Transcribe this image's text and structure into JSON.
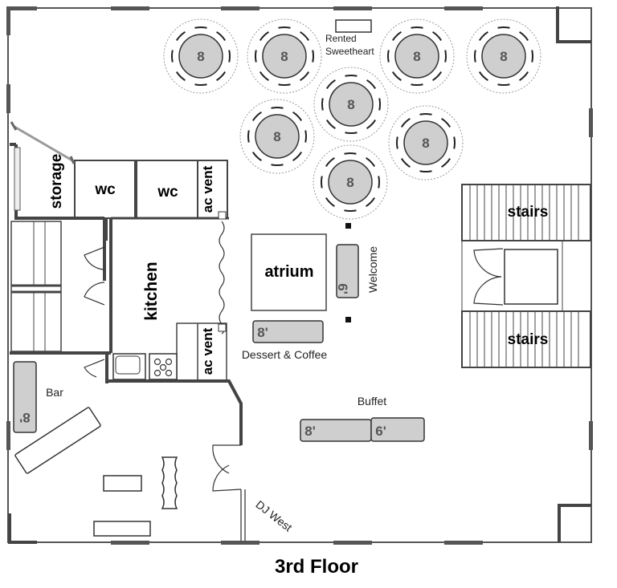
{
  "floor_title": "3rd Floor",
  "rooms": {
    "storage": "storage",
    "wc_1": "wc",
    "wc_2": "wc",
    "ac_vent_top": "ac vent",
    "ac_vent_bottom": "ac vent",
    "kitchen": "kitchen",
    "atrium": "atrium",
    "stairs_top": "stairs",
    "stairs_bottom": "stairs"
  },
  "round_tables": [
    {
      "label": "8"
    },
    {
      "label": "8"
    },
    {
      "label": "8"
    },
    {
      "label": "8"
    },
    {
      "label": "8"
    },
    {
      "label": "8"
    },
    {
      "label": "8"
    },
    {
      "label": "8"
    }
  ],
  "annotations": {
    "rented_line1": "Rented",
    "rented_line2": "Sweetheart",
    "welcome": "Welcome",
    "dessert": "Dessert & Coffee",
    "buffet": "Buffet",
    "bar": "Bar",
    "dj": "DJ West"
  },
  "rect_tables": {
    "welcome_size": "6'",
    "dessert_size": "8'",
    "buffet_a_size": "8'",
    "buffet_b_size": "6'",
    "bar_size": "8'"
  }
}
